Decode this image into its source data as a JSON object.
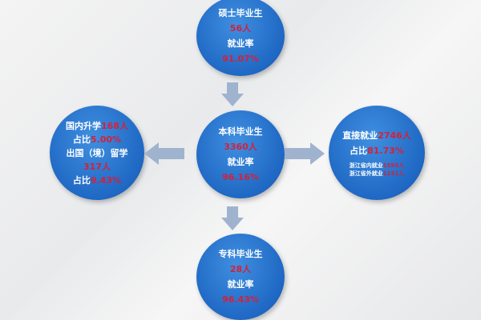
{
  "master": {
    "title": "硕士毕业生",
    "count": "56人",
    "rate_label": "就业率",
    "rate": "91.07%"
  },
  "bachelor": {
    "title": "本科毕业生",
    "count": "3360人",
    "rate_label": "就业率",
    "rate": "96.16%"
  },
  "associate": {
    "title": "专科毕业生",
    "count": "28人",
    "rate_label": "就业率",
    "rate": "96.43%"
  },
  "further_study": {
    "domestic_label": "国内升学",
    "domestic_count": "168人",
    "ratio_label": "占比",
    "domestic_ratio": "5.00%",
    "abroad_label": "出国（境）留学",
    "abroad_count": "317人",
    "ratio_label2": "占比",
    "abroad_ratio": "9.43%"
  },
  "employment": {
    "direct_label": "直接就业",
    "direct_count": "2746人",
    "ratio_label": "占比",
    "direct_ratio": "81.73%",
    "in_province_label": "浙江省内就业",
    "in_province_count": "1595人",
    "out_province_label": "浙江省外就业",
    "out_province_count": "1151人"
  },
  "colors": {
    "circle": "#1f68c4",
    "highlight": "#d6203a",
    "arrow": "#9fb3cf"
  }
}
